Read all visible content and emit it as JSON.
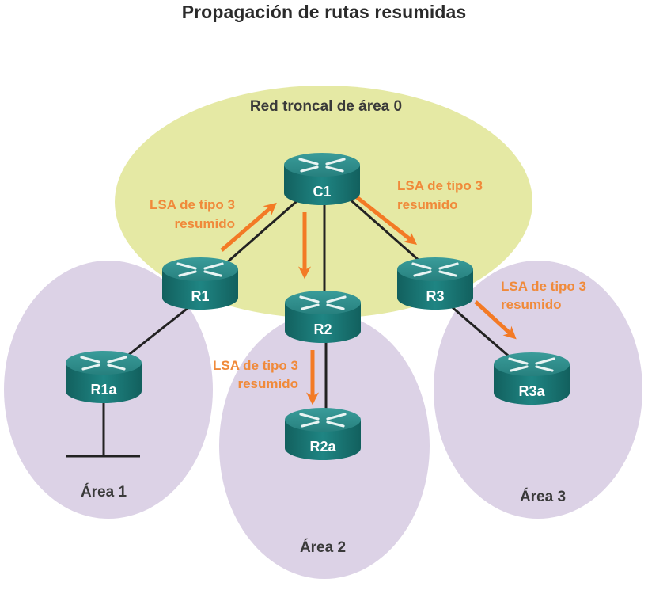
{
  "title": "Propagación de rutas resumidas",
  "colors": {
    "area0_fill": "#e5e9a4",
    "area_fill": "#dcd2e6",
    "router_top": "#2d8e8c",
    "router_side": "#1a6e6c",
    "link": "#222222",
    "lsa_arrow": "#f37a25",
    "lsa_text": "#f08a3a"
  },
  "areas": [
    {
      "id": "area0",
      "label": "Red troncal de área 0"
    },
    {
      "id": "area1",
      "label": "Área 1"
    },
    {
      "id": "area2",
      "label": "Área 2"
    },
    {
      "id": "area3",
      "label": "Área 3"
    }
  ],
  "routers": [
    {
      "id": "C1",
      "label": "C1"
    },
    {
      "id": "R1",
      "label": "R1"
    },
    {
      "id": "R2",
      "label": "R2"
    },
    {
      "id": "R3",
      "label": "R3"
    },
    {
      "id": "R1a",
      "label": "R1a"
    },
    {
      "id": "R2a",
      "label": "R2a"
    },
    {
      "id": "R3a",
      "label": "R3a"
    }
  ],
  "links": [
    {
      "from": "C1",
      "to": "R1"
    },
    {
      "from": "C1",
      "to": "R2"
    },
    {
      "from": "C1",
      "to": "R3"
    },
    {
      "from": "R1",
      "to": "R1a"
    },
    {
      "from": "R2",
      "to": "R2a"
    },
    {
      "from": "R3",
      "to": "R3a"
    }
  ],
  "lsa_annotations": [
    {
      "from": "R1",
      "to": "C1",
      "line1": "LSA de tipo 3",
      "line2": "resumido"
    },
    {
      "from": "C1",
      "to": "R3",
      "line1": "LSA de tipo 3",
      "line2": "resumido"
    },
    {
      "from": "C1",
      "to": "R2",
      "line1": "",
      "line2": ""
    },
    {
      "from": "R2",
      "to": "R2a",
      "line1": "LSA de tipo 3",
      "line2": "resumido"
    },
    {
      "from": "R3",
      "to": "R3a",
      "line1": "LSA de tipo 3",
      "line2": "resumido"
    }
  ],
  "lan_segment": {
    "attached_to": "R1a"
  }
}
